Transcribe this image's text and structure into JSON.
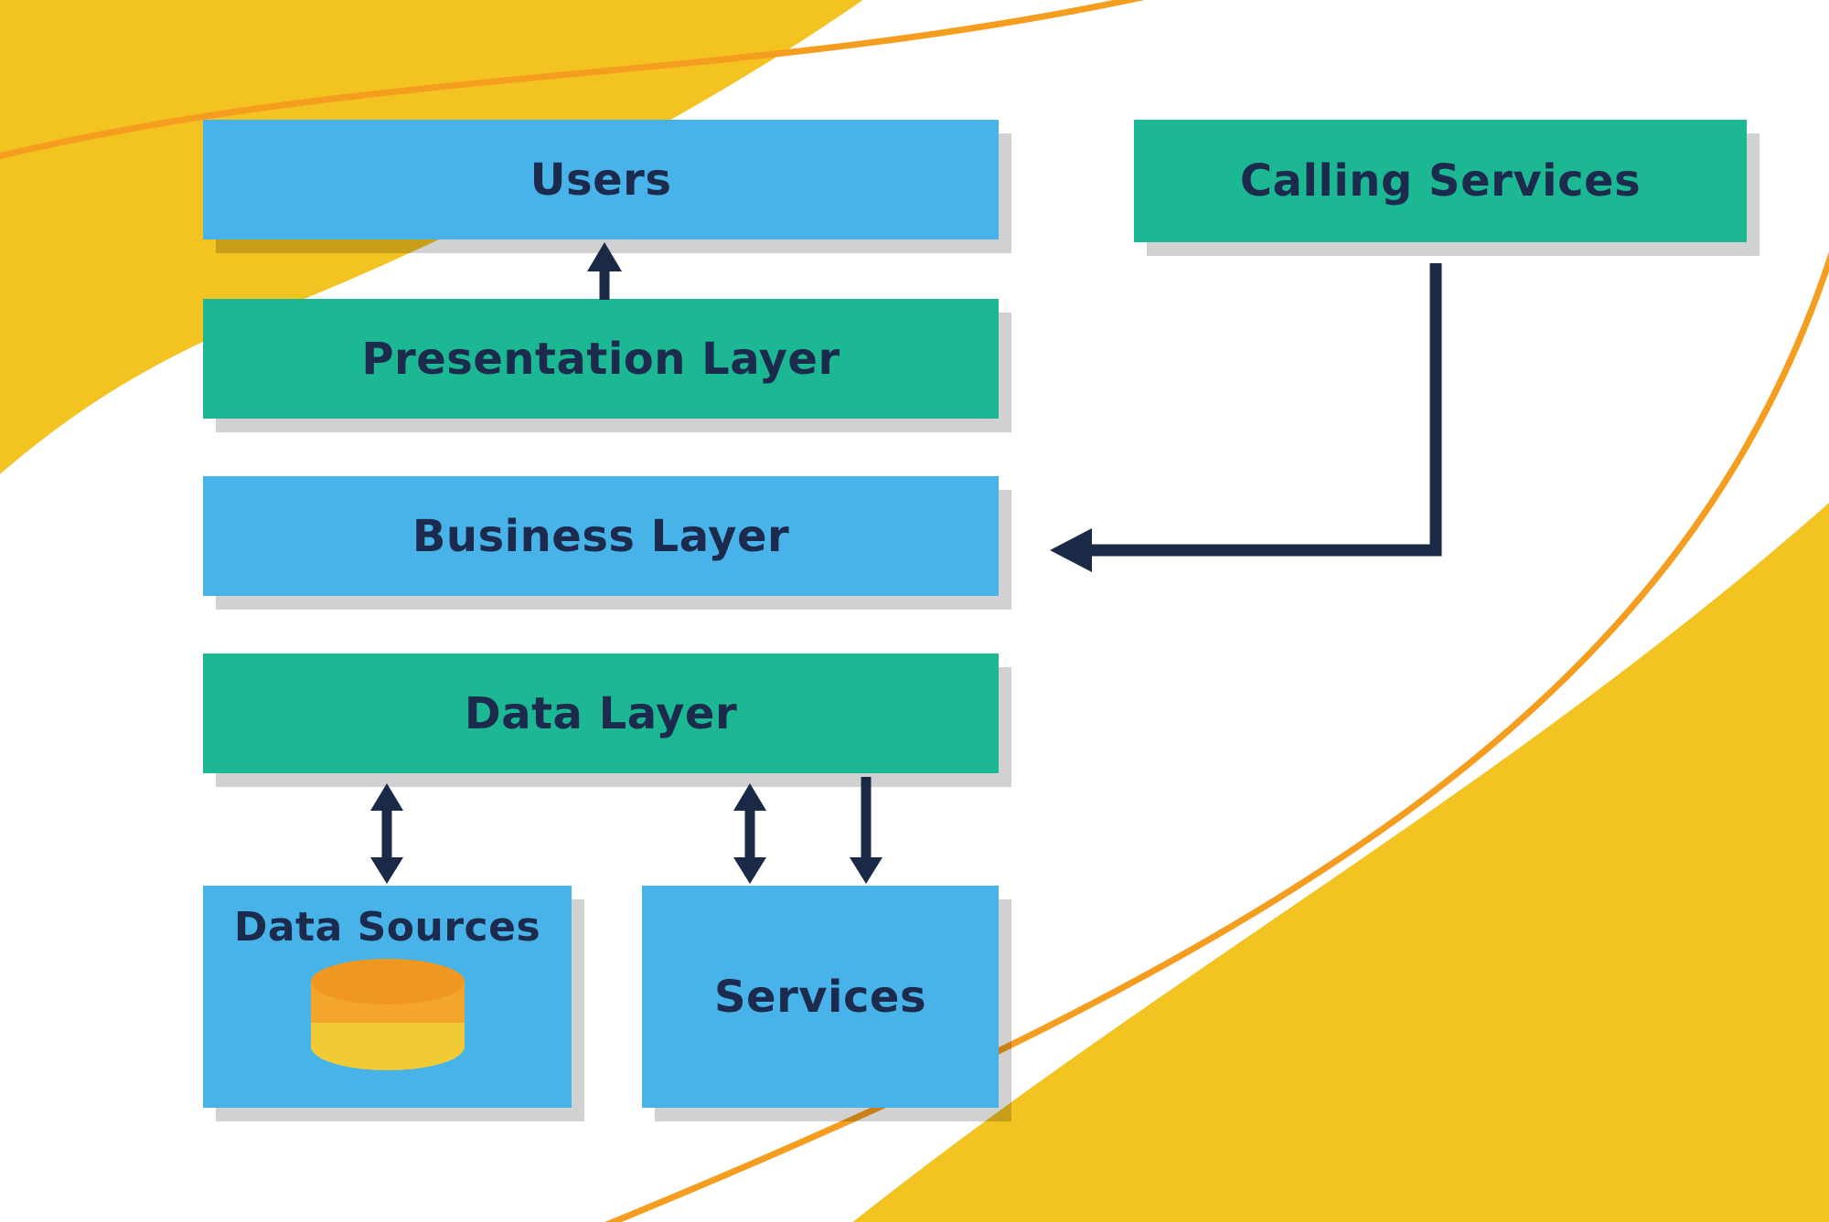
{
  "colors": {
    "box_blue": "#47b3e8",
    "box_teal": "#1cb894",
    "text_navy": "#1b2a4d",
    "arrow_navy": "#1a2945",
    "blob_yellow": "#f3c322",
    "curve_orange": "#f59d1e",
    "shadow": "rgba(0,0,0,0.18)",
    "db_top": "#ef9721",
    "db_mid": "#f4a62c",
    "db_bottom": "#f2ca35"
  },
  "boxes": {
    "users": {
      "label": "Users",
      "color": "blue"
    },
    "presentation": {
      "label": "Presentation Layer",
      "color": "teal"
    },
    "business": {
      "label": "Business Layer",
      "color": "blue"
    },
    "data": {
      "label": "Data Layer",
      "color": "teal"
    },
    "data_sources": {
      "label": "Data Sources",
      "color": "blue",
      "icon": "database-icon"
    },
    "services": {
      "label": "Services",
      "color": "blue"
    },
    "calling": {
      "label": "Calling Services",
      "color": "teal"
    }
  },
  "connections": [
    {
      "from": "Presentation Layer",
      "to": "Users",
      "type": "arrow-up"
    },
    {
      "from": "Calling Services",
      "to": "Business Layer",
      "type": "elbow-arrow-left"
    },
    {
      "from": "Data Layer",
      "to": "Data Sources",
      "type": "double-arrow"
    },
    {
      "from": "Data Layer",
      "to": "Services",
      "type": "double-arrow"
    },
    {
      "from": "Data Layer",
      "to": "Services",
      "type": "arrow-down"
    }
  ]
}
